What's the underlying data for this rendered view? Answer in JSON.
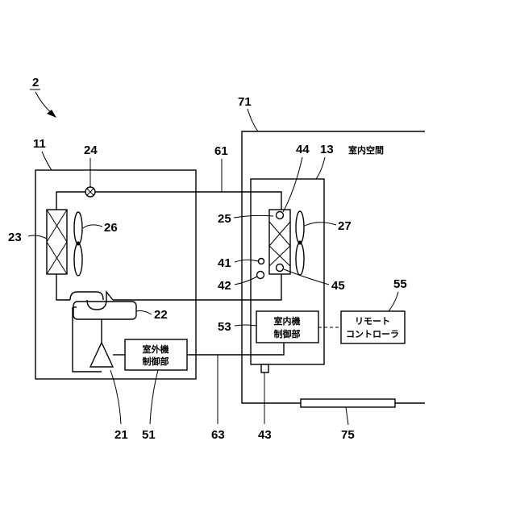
{
  "labels": {
    "system": "2",
    "outdoor_unit": "11",
    "indoor_unit": "13",
    "compressor": "21",
    "four_way_valve": "22",
    "outdoor_heat_exchanger": "23",
    "expansion_valve": "24",
    "indoor_heat_exchanger": "25",
    "outdoor_fan": "26",
    "indoor_fan": "27",
    "sensor_41": "41",
    "sensor_42": "42",
    "sensor_43": "43",
    "sensor_44": "44",
    "sensor_45": "45",
    "outdoor_controller": "51",
    "indoor_controller": "53",
    "remote_controller": "55",
    "refrigerant_pipe": "61",
    "comm_line": "63",
    "indoor_space": "71",
    "duct": "75"
  },
  "text": {
    "indoor_space_name": "室内空間",
    "outdoor_controller_line1": "室外機",
    "outdoor_controller_line2": "制御部",
    "indoor_controller_line1": "室内機",
    "indoor_controller_line2": "制御部",
    "remote_line1": "リモート",
    "remote_line2": "コントローラ"
  }
}
